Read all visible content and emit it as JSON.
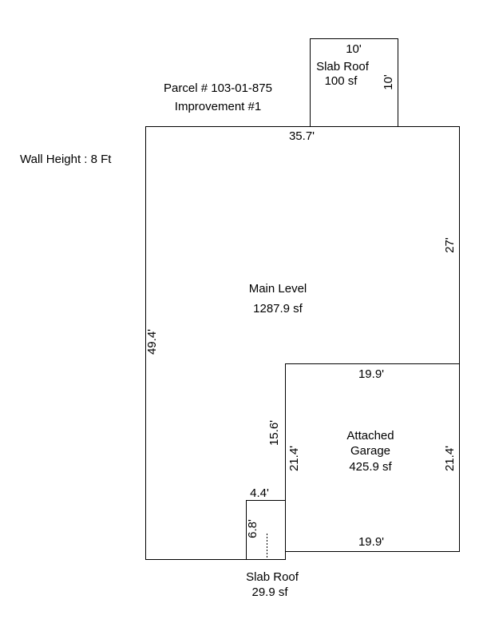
{
  "header": {
    "parcel": "Parcel # 103-01-875",
    "improvement": "Improvement #1",
    "wall_height": "Wall Height : 8 Ft"
  },
  "areas": {
    "slab_roof_top": {
      "label": "Slab Roof",
      "area": "100 sf",
      "width": "10'",
      "depth": "10'"
    },
    "main_level": {
      "label": "Main Level",
      "area": "1287.9 sf"
    },
    "garage": {
      "label_line1": "Attached",
      "label_line2": "Garage",
      "area": "425.9 sf"
    },
    "slab_roof_bottom": {
      "label": "Slab Roof",
      "area": "29.9 sf"
    }
  },
  "dimensions": {
    "main_top": "35.7'",
    "main_right": "27'",
    "main_left": "49.4'",
    "notch_vertical": "15.6'",
    "garage_top": "19.9'",
    "garage_left": "21.4'",
    "garage_right": "21.4'",
    "garage_bottom": "19.9'",
    "slab_width": "4.4'",
    "slab_depth": "6.8'"
  }
}
